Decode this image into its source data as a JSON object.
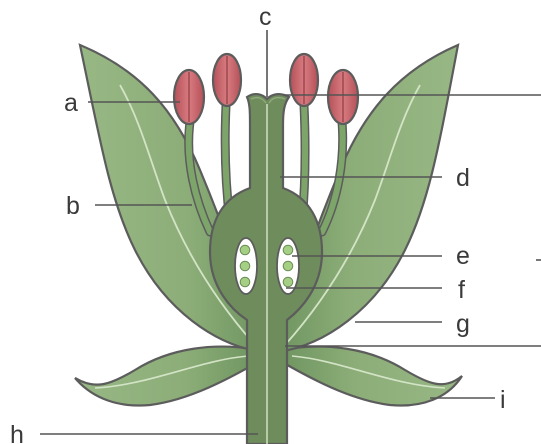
{
  "labels": {
    "a": "a",
    "b": "b",
    "c": "c",
    "d": "d",
    "e": "e",
    "f": "f",
    "g": "g",
    "h": "h",
    "i": "i"
  },
  "colors": {
    "petal_dark": "#8fb07a",
    "petal_light": "#c9dcb8",
    "pistil": "#6f8c5c",
    "stamen_filament": "#7da56a",
    "anther": "#c9636a",
    "ovule": "#a6cf86",
    "outline": "#5c5c5c",
    "line": "#555555"
  }
}
